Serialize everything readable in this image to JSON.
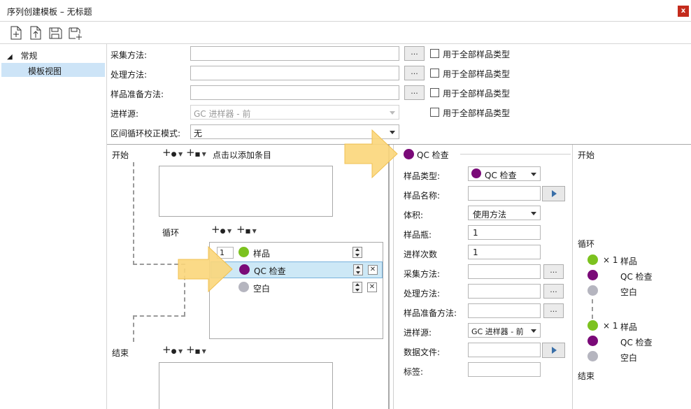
{
  "window": {
    "title": "序列创建模板 – 无标题",
    "close_label": "x"
  },
  "toolbar": {
    "icons": [
      "new-icon",
      "import-icon",
      "save-icon",
      "save-as-icon"
    ]
  },
  "nav": {
    "group": "常规",
    "selected": "模板视图"
  },
  "methods": {
    "acquisition_label": "采集方法:",
    "processing_label": "处理方法:",
    "prep_label": "样品准备方法:",
    "inlet_label": "进样源:",
    "inlet_value": "GC 进样器 - 前",
    "bracket_label": "区间循环校正模式:",
    "bracket_value": "无",
    "browse_label": "...",
    "apply_all": "用于全部样品类型"
  },
  "sequence": {
    "start": "开始",
    "click_to_add": "点击以添加条目",
    "loop": "循环",
    "end": "结束",
    "loop_count": "1",
    "items": [
      {
        "label": "样品",
        "color": "#7cc21f"
      },
      {
        "label": "QC 检查",
        "color": "#7a0a78"
      },
      {
        "label": "空白",
        "color": "#b5b5bf"
      }
    ]
  },
  "detail": {
    "header": "QC 检查",
    "sample_type_label": "样品类型:",
    "sample_type_value": "QC 检查",
    "sample_name_label": "样品名称:",
    "volume_label": "体积:",
    "volume_value": "使用方法",
    "vial_label": "样品瓶:",
    "vial_value": "1",
    "injections_label": "进样次数",
    "injections_value": "1",
    "acq_label": "采集方法:",
    "proc_label": "处理方法:",
    "prep_label": "样品准备方法:",
    "inlet_label": "进样源:",
    "inlet_value": "GC 进样器 - 前",
    "datafile_label": "数据文件:",
    "tag_label": "标签:",
    "browse_label": "..."
  },
  "preview": {
    "start": "开始",
    "loop": "循环",
    "end": "结束",
    "times": "× 1",
    "groups": [
      [
        "样品",
        "QC 检查",
        "空白"
      ],
      [
        "样品",
        "QC 检查",
        "空白"
      ]
    ]
  },
  "colors": {
    "accent": "#cde4f7",
    "selected_row": "#cde8f6",
    "callout": "#fbd67a"
  }
}
